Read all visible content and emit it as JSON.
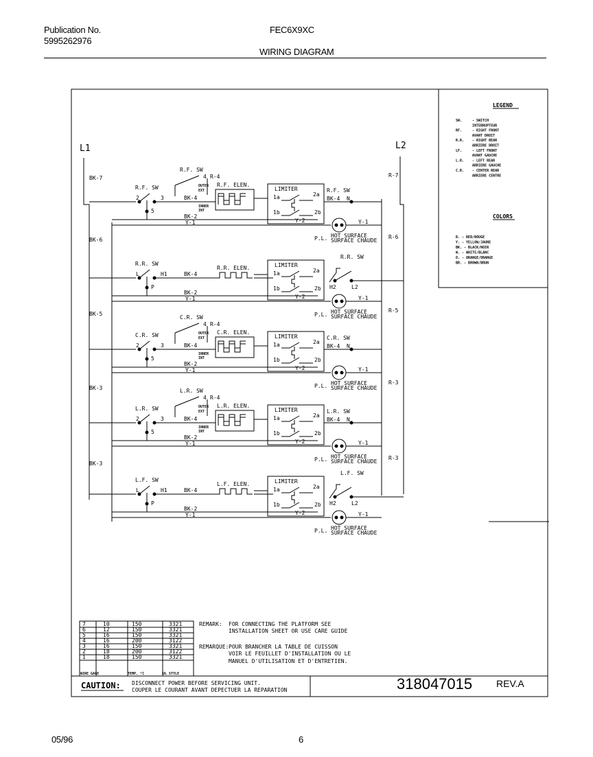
{
  "header": {
    "publication_label": "Publication No.",
    "publication_number": "5995262976",
    "model": "FEC6X9XC",
    "title": "WIRING DIAGRAM"
  },
  "footer": {
    "date": "05/96",
    "page": "6"
  },
  "lines": {
    "l1": "L1",
    "l2": "L2"
  },
  "legend": {
    "title": "LEGEND",
    "items": [
      {
        "code": "SW.",
        "text": "- SWITCH"
      },
      {
        "code": "",
        "text": "INTERRUPTEUR"
      },
      {
        "code": "RF.",
        "text": "- RIGHT FRONT"
      },
      {
        "code": "",
        "text": "AVANT DROIT"
      },
      {
        "code": "R.R.",
        "text": "- RIGHT REAR"
      },
      {
        "code": "",
        "text": "ARRIERE DROIT"
      },
      {
        "code": "LF.",
        "text": "- LEFT FRONT"
      },
      {
        "code": "",
        "text": "AVANT GAUCHE"
      },
      {
        "code": "L.R.",
        "text": "- LEFT REAR"
      },
      {
        "code": "",
        "text": "ARRIERE GAUCHE"
      },
      {
        "code": "C.R.",
        "text": "- CENTER REAR"
      },
      {
        "code": "",
        "text": "ARRIERE CENTRE"
      }
    ],
    "colors_title": "COLORS",
    "colors": [
      "R. - RED/ROUGE",
      "Y. - YELLOW/JAUNE",
      "BK. - BLACK/NOIR",
      "W. - WHITE/BLANC",
      "O. - ORANGE/ORANGE",
      "BR. - BROWN/BRUN"
    ]
  },
  "side_wires": {
    "left": [
      "BK-7",
      "BK-6",
      "BK-5",
      "BK-3",
      "BK-3"
    ],
    "right": [
      "R-7",
      "R-6",
      "R-5",
      "R-3",
      "R-3"
    ]
  },
  "common": {
    "limiter": "LIMITER",
    "t1a": "1a",
    "t1b": "1b",
    "t2a": "2a",
    "t2b": "2b",
    "hot_surface": "HOT SURFACE",
    "surface_chaude": "SURFACE CHAUDE",
    "pl": "P.L.",
    "outer": "OUTER",
    "ext": "EXT",
    "inner": "INNER",
    "int": "INT",
    "y1": "Y-1",
    "y2": "Y-2",
    "r4": "R-4"
  },
  "sections": [
    {
      "switch": "R.F. SW",
      "element": "R.F. ELEN.",
      "sw_top": "R.F. SW",
      "right_sw": "R.F. SW",
      "t_in": "2",
      "t_out": "3",
      "t_low": "5",
      "t_top": "4",
      "wire_a": "BK-4",
      "wire_b": "BK-2",
      "wire_right": "BK-4",
      "n": "N"
    },
    {
      "switch": "R.R. SW",
      "element": "R.R. ELEN.",
      "right_sw": "R.R. SW",
      "t_in": "L",
      "t_out": "H1",
      "t_low": "P",
      "h2": "H2",
      "l2": "L2",
      "wire_a": "BK-4",
      "wire_b": "BK-2"
    },
    {
      "switch": "C.R. SW",
      "element": "C.R. ELEN.",
      "sw_top": "C.R. SW",
      "right_sw": "C.R. SW",
      "t_in": "2",
      "t_out": "3",
      "t_low": "5",
      "t_top": "4",
      "wire_a": "BK-4",
      "wire_b": "BK-2",
      "wire_right": "BK-4",
      "n": "N"
    },
    {
      "switch": "L.R. SW",
      "element": "L.R. ELEN.",
      "sw_top": "L.R. SW",
      "right_sw": "L.R. SW",
      "t_in": "2",
      "t_out": "3",
      "t_low": "5",
      "t_top": "4",
      "wire_a": "BK-4",
      "wire_b": "BK-2",
      "wire_right": "BK-4",
      "n": "N"
    },
    {
      "switch": "L.F. SW",
      "element": "L.F. ELEN.",
      "right_sw": "L.F. SW",
      "t_in": "L",
      "t_out": "H1",
      "t_low": "P",
      "h2": "H2",
      "l2": "L2",
      "wire_a": "BK-4",
      "wire_b": "BK-2"
    }
  ],
  "wire_table": {
    "rows": [
      [
        "7",
        "10",
        "150",
        "3321"
      ],
      [
        "6",
        "12",
        "150",
        "3321"
      ],
      [
        "5",
        "16",
        "150",
        "3321"
      ],
      [
        "4",
        "16",
        "200",
        "3122"
      ],
      [
        "3",
        "16",
        "150",
        "3321"
      ],
      [
        "2",
        "18",
        "200",
        "3122"
      ],
      [
        "1",
        "18",
        "150",
        "3321"
      ]
    ],
    "footer": [
      "WIRE GAGE",
      "TEMP. °C",
      "UL STYLE"
    ]
  },
  "remarks": {
    "remark_label": "REMARK:",
    "remark_1": "FOR CONNECTING THE PLATFORM SEE",
    "remark_2": "INSTALLATION SHEET OR USE CARE GUIDE",
    "remarque_label": "REMARQUE:",
    "remarque_1": "POUR BRANCHER LA TABLE DE CUISSON",
    "remarque_2": "VOIR LE FEUILLET D'INSTALLATION OU LE",
    "remarque_3": "MANUEL D'UTILISATION ET D'ENTRETIEN."
  },
  "caution": {
    "label": "CAUTION:",
    "line1": "DISCONNECT POWER BEFORE SERVICING UNIT.",
    "line2": "COUPER LE COURANT AVANT DEPECTUER LA REPARATION"
  },
  "part": {
    "number": "318047015",
    "rev": "REV.A"
  }
}
